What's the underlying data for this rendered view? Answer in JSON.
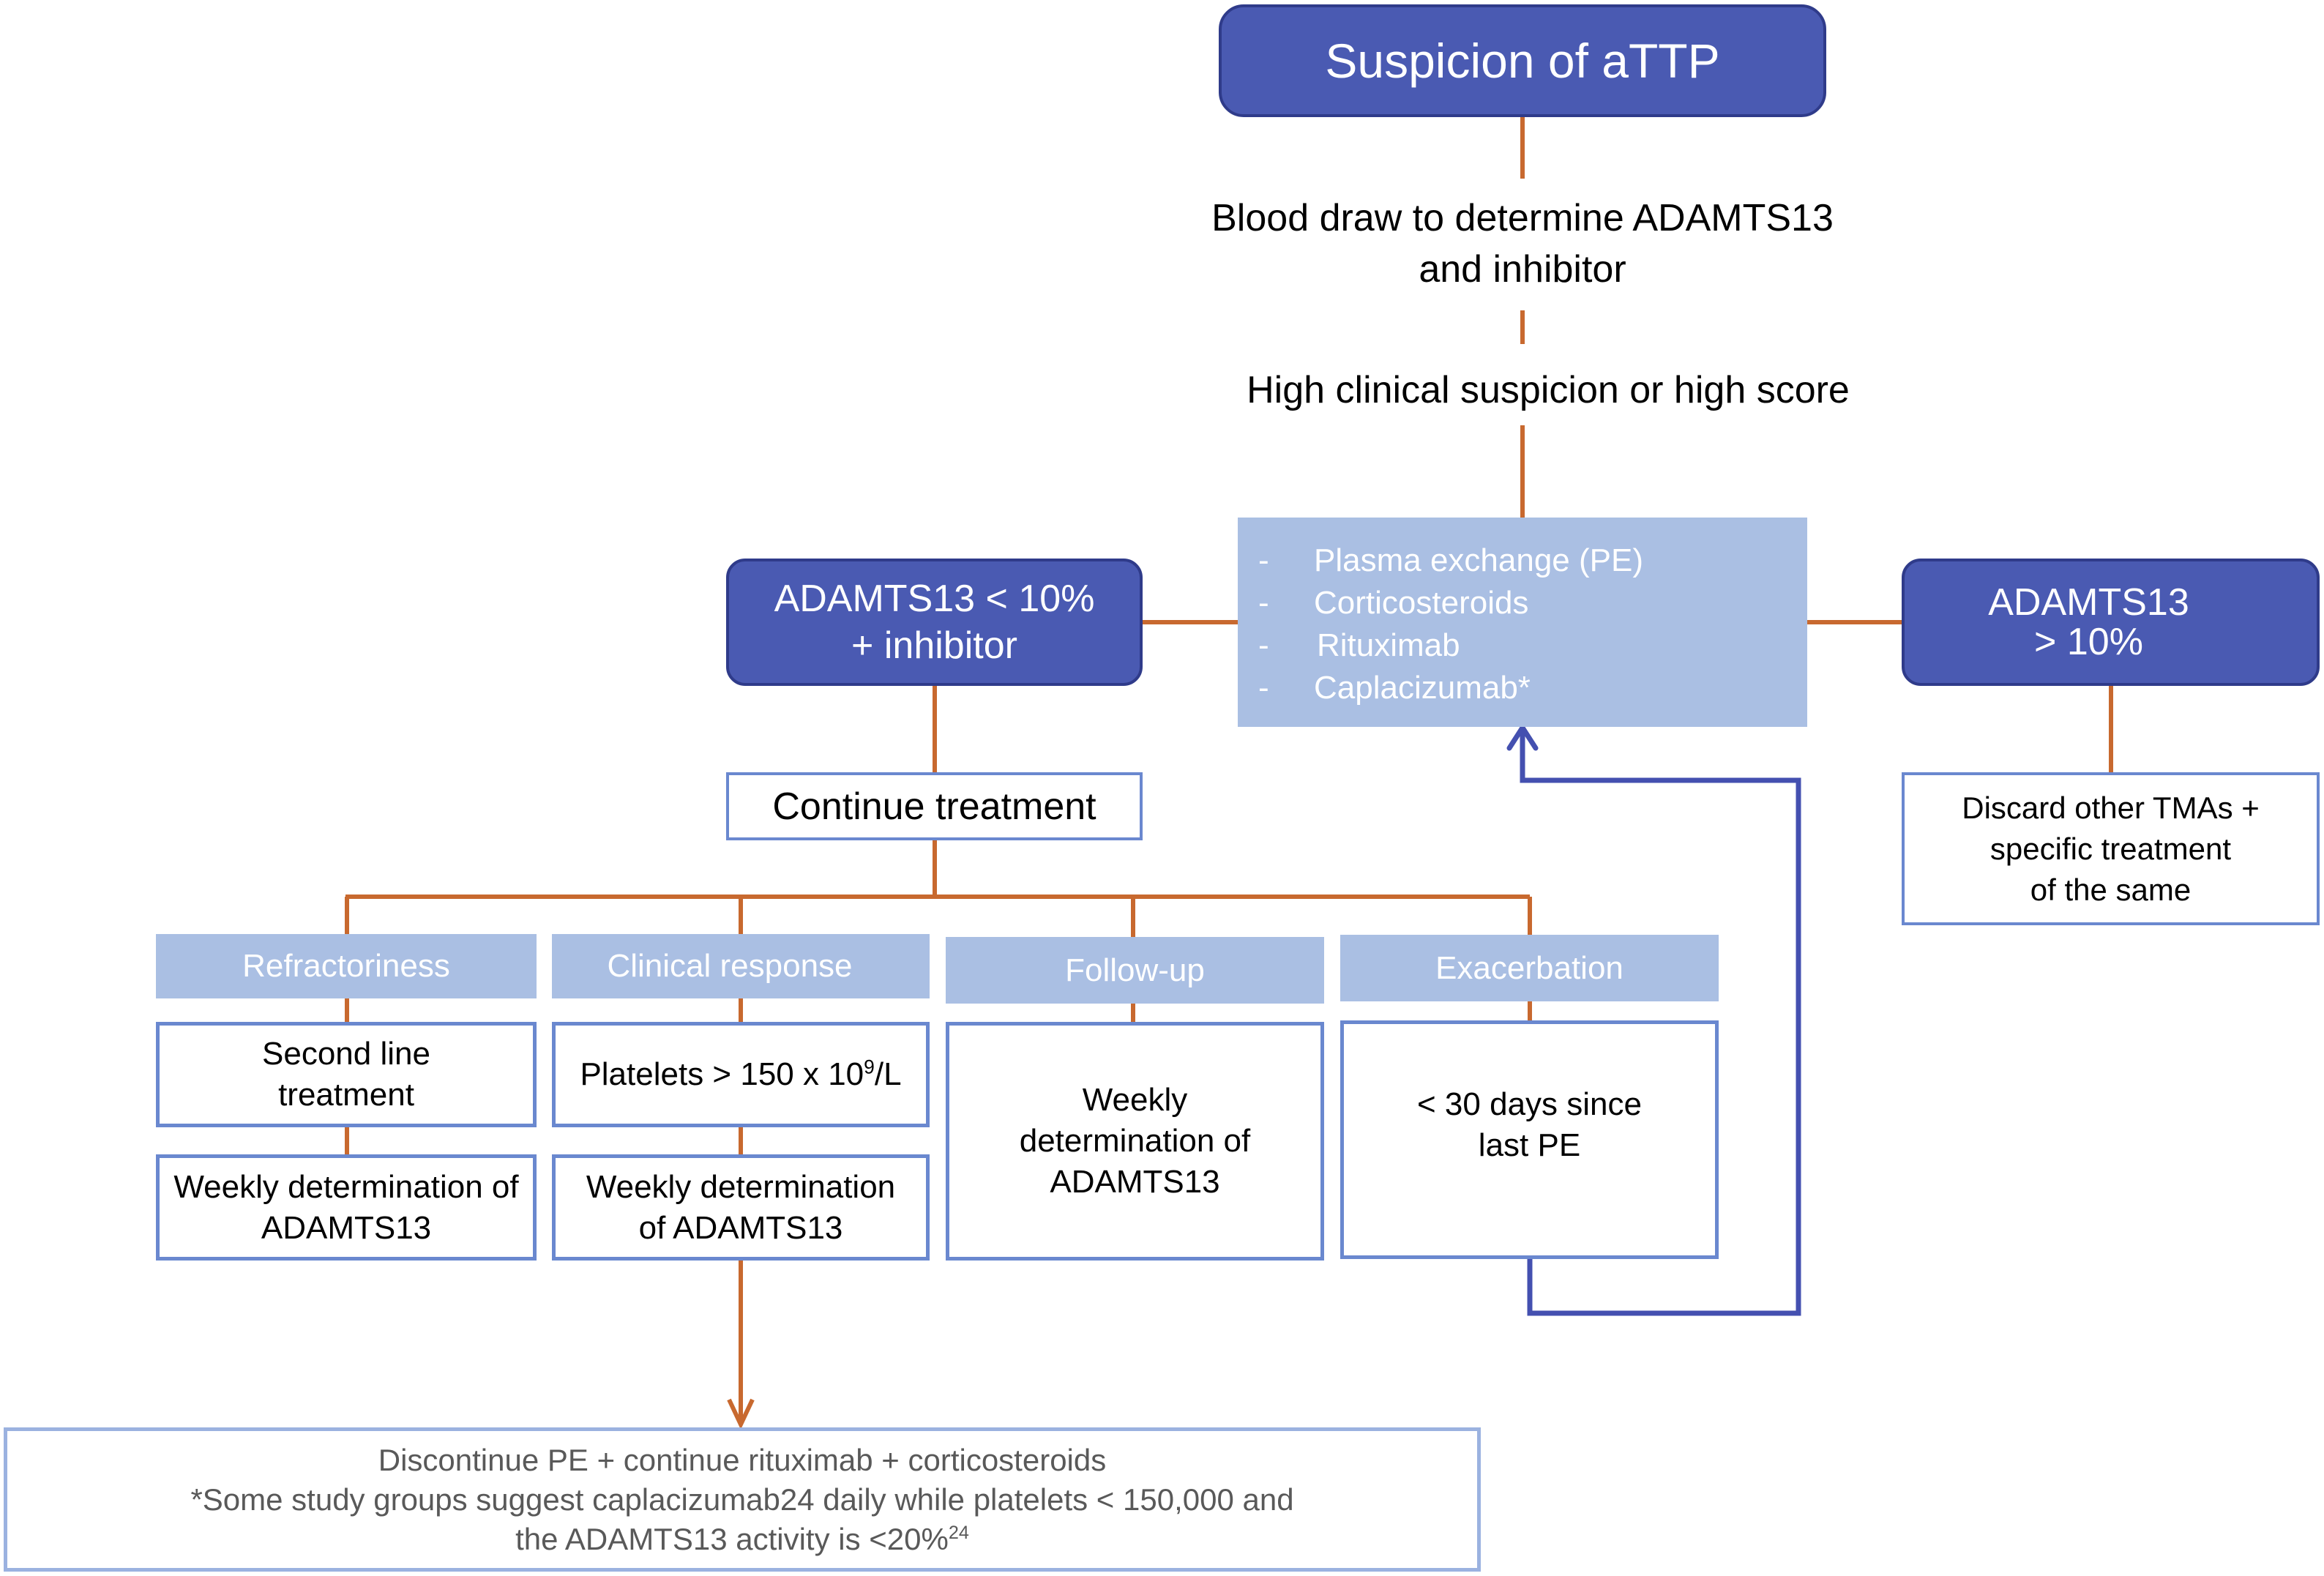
{
  "colors": {
    "dark_box": "#4A5AB2",
    "light_box": "#AABFE3",
    "connector": "#C8692F",
    "loop_arrow": "#4450B0",
    "outline": "#6A88CF",
    "footer_text": "#595959"
  },
  "top": {
    "title": "Suspicion of aTTP",
    "step1_line1": "Blood draw to determine ADAMTS13",
    "step1_line2": "and inhibitor",
    "step2": "High clinical suspicion or high score"
  },
  "treatment": {
    "items": [
      {
        "bullet": "-",
        "label": "Plasma exchange (PE)"
      },
      {
        "bullet": "-",
        "label": "Corticosteroids"
      },
      {
        "bullet": "-",
        "label": "Rituximab"
      },
      {
        "bullet": "-",
        "label": "Caplacizumab*"
      }
    ]
  },
  "left_branch": {
    "title_line1": "ADAMTS13 < 10%",
    "title_line2": "+ inhibitor",
    "continue": "Continue treatment"
  },
  "right_branch": {
    "title_line1": "ADAMTS13",
    "title_line2": "> 10%",
    "outcome_line1": "Discard other TMAs +",
    "outcome_line2": "specific treatment",
    "outcome_line3": "of the same"
  },
  "columns": [
    {
      "header": "Refractoriness",
      "box1_line1": "Second line",
      "box1_line2": "treatment",
      "box2_line1": "Weekly determination of",
      "box2_line2": "ADAMTS13"
    },
    {
      "header": "Clinical response",
      "box1_main": "Platelets > 150 x 10",
      "box1_sup": "9",
      "box1_tail": "/L",
      "box2_line1": "Weekly determination",
      "box2_line2": "of ADAMTS13"
    },
    {
      "header": "Follow-up",
      "box1_line1": "Weekly",
      "box1_line2": "determination of",
      "box1_line3": "ADAMTS13"
    },
    {
      "header": "Exacerbation",
      "box1_line1": "< 30 days since",
      "box1_line2": "last PE"
    }
  ],
  "footer": {
    "line1": "Discontinue PE + continue rituximab + corticosteroids",
    "line2": "*Some study groups suggest caplacizumab24  daily while platelets < 150,000 and",
    "line3": "the ADAMTS13 activity is <20%",
    "line3_sup": "24"
  }
}
